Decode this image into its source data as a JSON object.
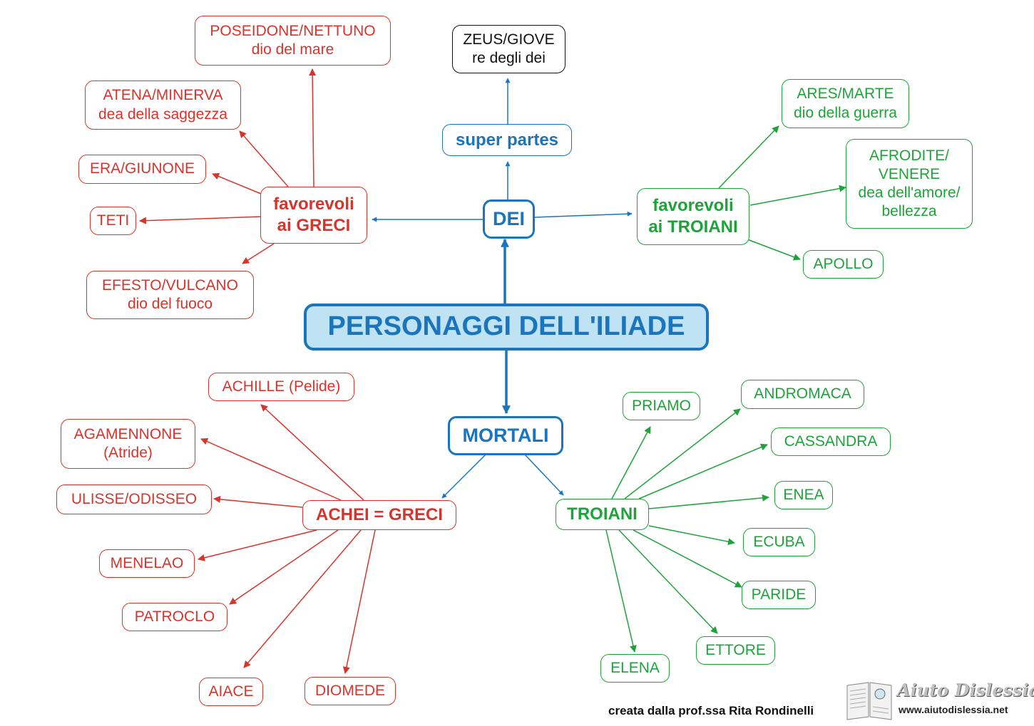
{
  "central": {
    "label": "PERSONAGGI DELL'ILIADE"
  },
  "dei": {
    "label": "DEI",
    "super_partes": {
      "label": "super partes",
      "god": {
        "line1": "ZEUS/GIOVE",
        "line2": "re degli dei"
      }
    },
    "greci": {
      "line1": "favorevoli",
      "line2": "ai GRECI",
      "gods": [
        {
          "line1": "POSEIDONE/NETTUNO",
          "line2": "dio del mare"
        },
        {
          "line1": "ATENA/MINERVA",
          "line2": "dea della saggezza"
        },
        {
          "line1": "ERA/GIUNONE"
        },
        {
          "line1": "TETI"
        },
        {
          "line1": "EFESTO/VULCANO",
          "line2": "dio del fuoco"
        }
      ]
    },
    "troiani": {
      "line1": "favorevoli",
      "line2": "ai TROIANI",
      "gods": [
        {
          "line1": "ARES/MARTE",
          "line2": "dio della guerra"
        },
        {
          "line1": "AFRODITE/",
          "line2": "VENERE",
          "line3": "dea dell'amore/",
          "line4": "bellezza"
        },
        {
          "line1": "APOLLO"
        }
      ]
    }
  },
  "mortali": {
    "label": "MORTALI",
    "achei": {
      "label": "ACHEI = GRECI",
      "heroes": [
        {
          "line1": "ACHILLE (Pelide)"
        },
        {
          "line1": "AGAMENNONE",
          "line2": "(Atride)"
        },
        {
          "line1": "ULISSE/ODISSEO"
        },
        {
          "line1": "MENELAO"
        },
        {
          "line1": "PATROCLO"
        },
        {
          "line1": "AIACE"
        },
        {
          "line1": "DIOMEDE"
        }
      ]
    },
    "troiani": {
      "label": "TROIANI",
      "heroes": [
        {
          "line1": "PRIAMO"
        },
        {
          "line1": "ANDROMACA"
        },
        {
          "line1": "CASSANDRA"
        },
        {
          "line1": "ENEA"
        },
        {
          "line1": "ECUBA"
        },
        {
          "line1": "PARIDE"
        },
        {
          "line1": "ETTORE"
        },
        {
          "line1": "ELENA"
        }
      ]
    }
  },
  "credit": "creata dalla prof.ssa Rita Rondinelli",
  "logo": {
    "title": "Aiuto Dislessia",
    "url": "www.aiutodislessia.net"
  },
  "colors": {
    "red": "#d9342b",
    "green": "#1ea33b",
    "blue": "#1a75bc",
    "central_fill": "#bfe3f3",
    "black": "#111111"
  }
}
